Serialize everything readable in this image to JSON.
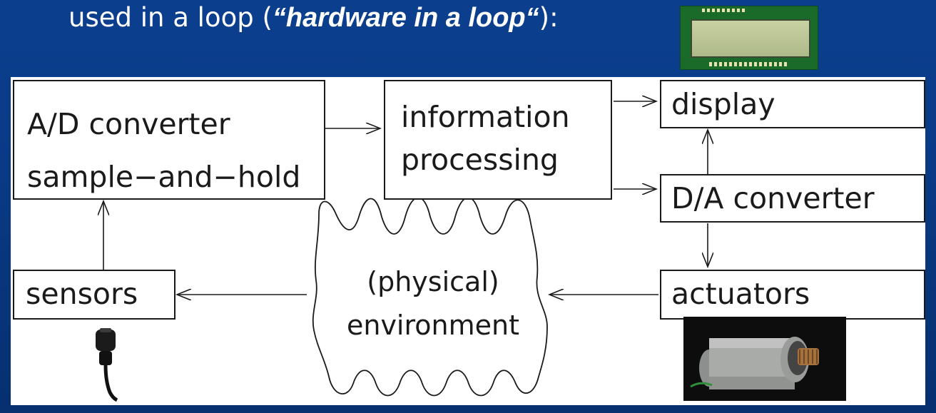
{
  "header": {
    "prefix": "used in a loop (",
    "quote": "“hardware in a loop“",
    "suffix": "):"
  },
  "diagram": {
    "ad_converter_line1": "A/D converter",
    "ad_converter_line2": "sample−and−hold",
    "info_line1": "information",
    "info_line2": "processing",
    "display": "display",
    "da_converter": "D/A converter",
    "sensors": "sensors",
    "actuators": "actuators",
    "environment_line1": "(physical)",
    "environment_line2": "environment"
  },
  "photos": {
    "lcd": "lcd-display-photo",
    "sensor": "sensor-photo",
    "actuator": "motor-actuator-photo"
  }
}
